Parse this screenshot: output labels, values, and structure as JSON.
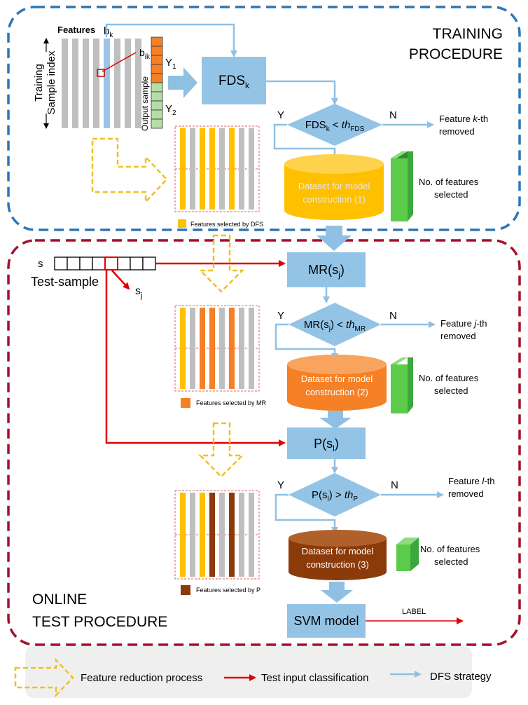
{
  "training": {
    "title_line1": "TRAINING",
    "title_line2": "PROCEDURE",
    "features_label": "Features",
    "bk_main": "b",
    "bk_sub": "k",
    "bik_main": "b",
    "bik_sub": "ik",
    "training_label": "Training",
    "sample_index_label": "Sample index",
    "output_sample_label": "Output sample",
    "y1_main": "Y",
    "y1_sub": "1",
    "y2_main": "Y",
    "y2_sub": "2",
    "fds_main": "FDS",
    "fds_sub": "k",
    "cond": {
      "a": "FDS",
      "a_sub": "k",
      "op": " < ",
      "th": "th",
      "th_sub": "FDS"
    },
    "yes": "Y",
    "no": "N",
    "removed_line1_pre": "Feature ",
    "removed_line1_var": "k",
    "removed_line1_post": "-th",
    "removed_line2": "removed",
    "dataset_line1": "Dataset for model",
    "dataset_line2": "construction (1)",
    "count_line1": "No. of features",
    "count_line2": "selected",
    "legend": "Features selected by DFS"
  },
  "online": {
    "title_line1": "ONLINE",
    "title_line2": "TEST PROCEDURE",
    "s_label": "s",
    "test_sample_label": "Test-sample",
    "sj_main": "s",
    "sj_sub": "j",
    "mr_label": "MR(s",
    "mr_sub": "j",
    "mr_close": ")",
    "cond_mr": {
      "a": "MR(s",
      "a_sub": "j",
      "a_close": ") < ",
      "th": "th",
      "th_sub": "MR"
    },
    "yes_mr": "Y",
    "no_mr": "N",
    "removed_mr_line1_pre": "Feature ",
    "removed_mr_line1_var": "j",
    "removed_mr_line1_post": "-th",
    "removed_mr_line2": "removed",
    "dataset2_line1": "Dataset for model",
    "dataset2_line2": "construction (2)",
    "count2_line1": "No. of features",
    "count2_line2": "selected",
    "legend_mr": "Features selected by MR",
    "p_label": "P(s",
    "p_sub": "l",
    "p_close": ")",
    "cond_p": {
      "a": "P(s",
      "a_sub": "l",
      "a_close": ") > ",
      "th": "th",
      "th_sub": "P"
    },
    "yes_p": "Y",
    "no_p": "N",
    "removed_p_line1_pre": "Feature ",
    "removed_p_line1_var": "l",
    "removed_p_line1_post": "-th",
    "removed_p_line2": "removed",
    "dataset3_line1": "Dataset for model",
    "dataset3_line2": "construction (3)",
    "count3_line1": "No. of features",
    "count3_line2": "selected",
    "legend_p": "Features selected by P",
    "svm_label": "SVM model",
    "label_text": "LABEL"
  },
  "legend_bar": {
    "feature_reduction": "Feature reduction process",
    "test_input": "Test input classification",
    "dfs_strategy": "DFS strategy"
  },
  "colors": {
    "blue_border": "#2E75B6",
    "red_border": "#A50F2D",
    "box_blue": "#93C4E6",
    "arrow_blue": "#8FC0E4",
    "gray_bar": "#BFBFBF",
    "light_blue_bar": "#9DC3E6",
    "yellow": "#FFC000",
    "orange": "#F58025",
    "brown": "#8B3A0A",
    "green": "#5CCB4A",
    "red_arrow": "#E00000",
    "dashed_yellow": "#F0C020",
    "legend_bg": "#EFEFEF"
  }
}
